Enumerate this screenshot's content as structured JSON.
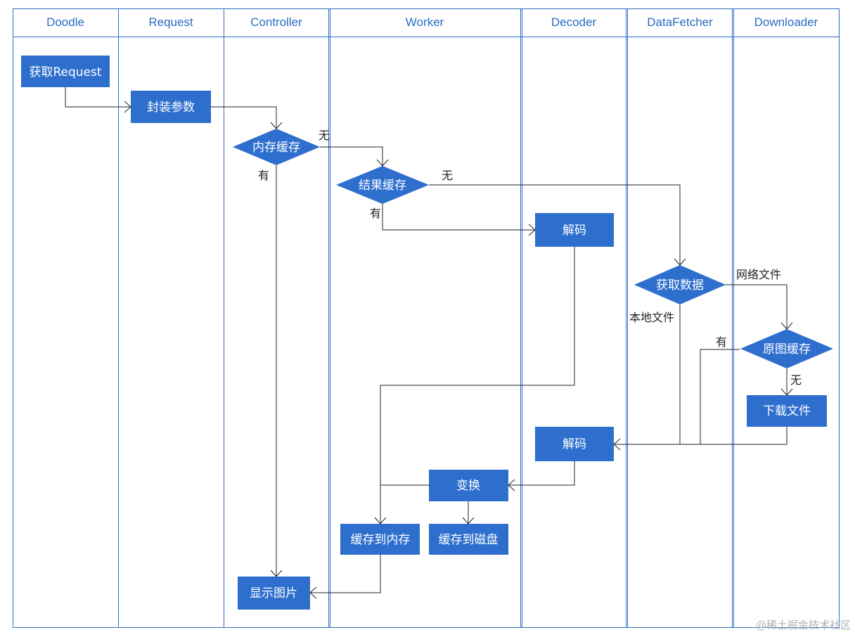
{
  "lanes": [
    "Doodle",
    "Request",
    "Controller",
    "Worker",
    "Decoder",
    "DataFetcher",
    "Downloader"
  ],
  "nodes": {
    "get_request": "获取Request",
    "wrap_params": "封装参数",
    "memory_cache": "内存缓存",
    "result_cache": "结果缓存",
    "decode_top": "解码",
    "fetch_data": "获取数据",
    "source_cache": "原图缓存",
    "download_file": "下载文件",
    "decode_bottom": "解码",
    "transform": "变换",
    "cache_to_memory": "缓存到内存",
    "cache_to_disk": "缓存到磁盘",
    "show_image": "显示图片"
  },
  "edge_labels": {
    "memory_cache_miss": "无",
    "memory_cache_hit": "有",
    "result_cache_miss": "无",
    "result_cache_hit": "有",
    "network_file": "网络文件",
    "local_file": "本地文件",
    "source_cache_hit": "有",
    "source_cache_miss": "无"
  },
  "watermark": "@稀土掘金技术社区",
  "colors": {
    "accent": "#2e6fcd",
    "lane_border": "#2b6cc4",
    "edge": "#222222"
  }
}
